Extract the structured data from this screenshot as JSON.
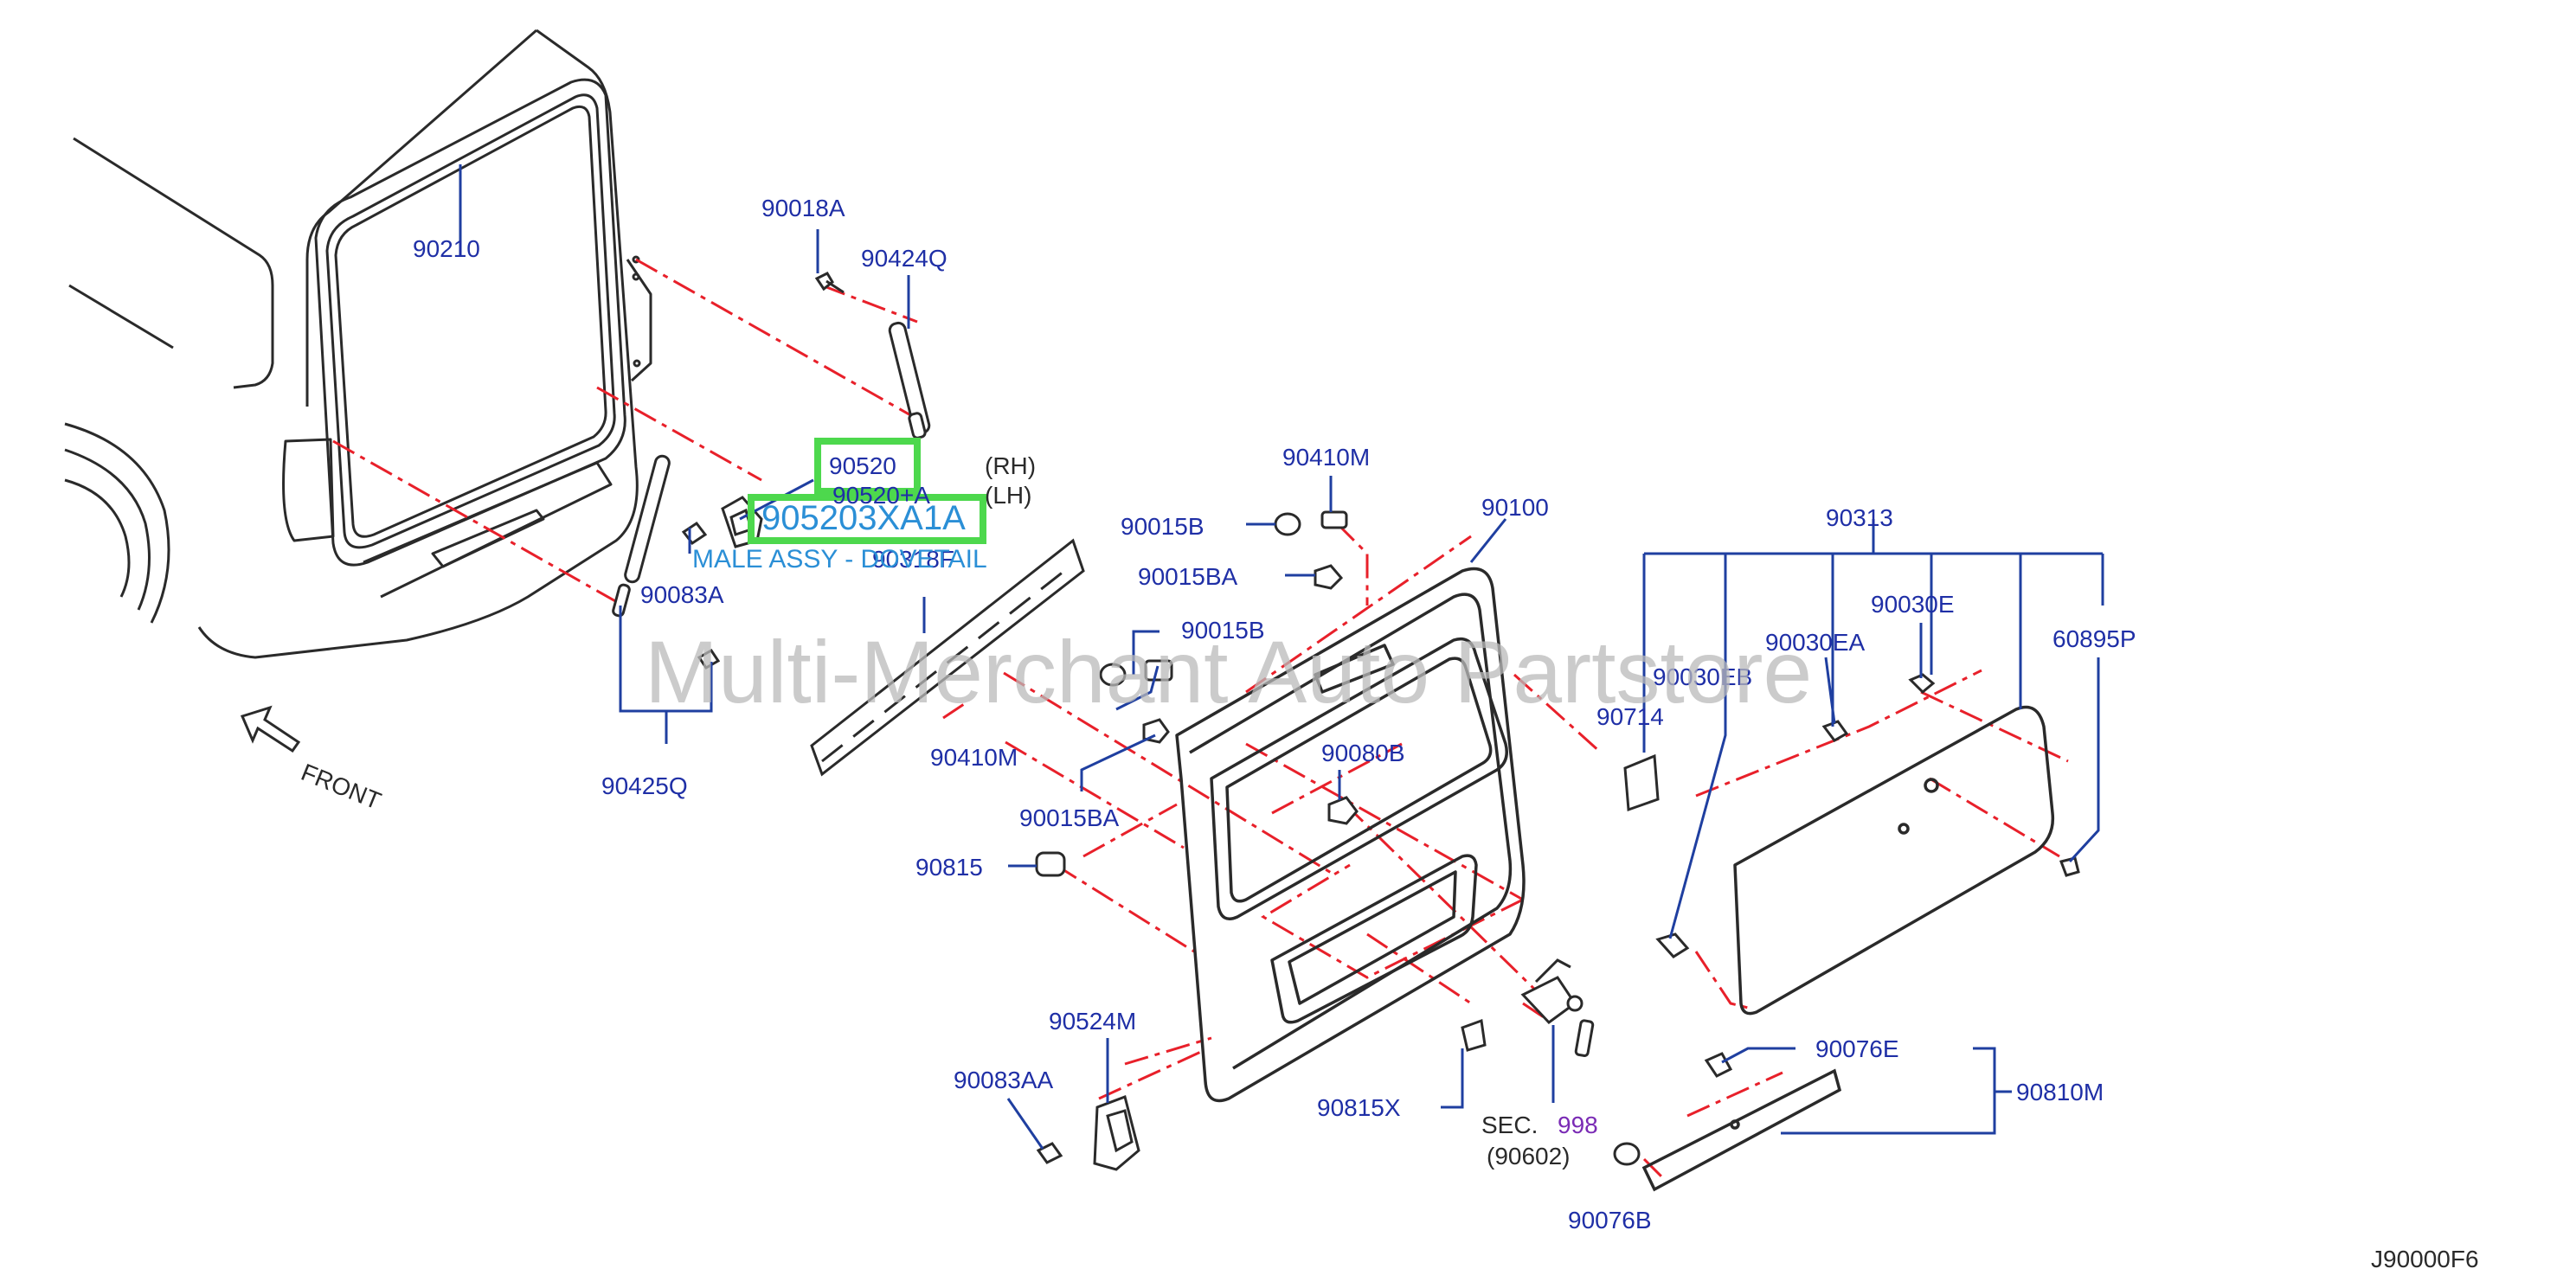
{
  "colors": {
    "label": "#1f2fa6",
    "leader": "#1f3fa0",
    "phantom": "#e8202a",
    "outline": "#2a2a2a",
    "highlight": "#4dd84d",
    "highlightText": "#2b8fd6",
    "watermark": "#b9b9b9",
    "secRef": "#7a2bb5"
  },
  "labels": {
    "p90210": "90210",
    "p90018A": "90018A",
    "p90424Q": "90424Q",
    "p90520": "90520",
    "p90520A": "90520+A",
    "rh": "(RH)",
    "lh": "(LH)",
    "p905203XA1A": "905203XA1A",
    "maleAssy": "MALE ASSY - DOVETAIL",
    "p90318F": "90318F",
    "p90083A": "90083A",
    "p90425Q": "90425Q",
    "front": "FRONT",
    "p90410M_top": "90410M",
    "p90015B_top": "90015B",
    "p90015BA_top": "90015BA",
    "p90100": "90100",
    "p90015B_mid": "90015B",
    "p90410M_mid": "90410M",
    "p90015BA_mid": "90015BA",
    "p90080B": "90080B",
    "p90815": "90815",
    "p90524M": "90524M",
    "p90083AA": "90083AA",
    "p90815X": "90815X",
    "sec": "SEC.",
    "sec998": "998",
    "sec90602": "(90602)",
    "p90313": "90313",
    "p90030E": "90030E",
    "p90030EA": "90030EA",
    "p90030EB": "90030EB",
    "p60895P": "60895P",
    "p90714": "90714",
    "p90076E": "90076E",
    "p90810M": "90810M",
    "p90076B": "90076B",
    "diagramCode": "J90000F6"
  },
  "watermark": "Multi-Merchant Auto Partstore"
}
